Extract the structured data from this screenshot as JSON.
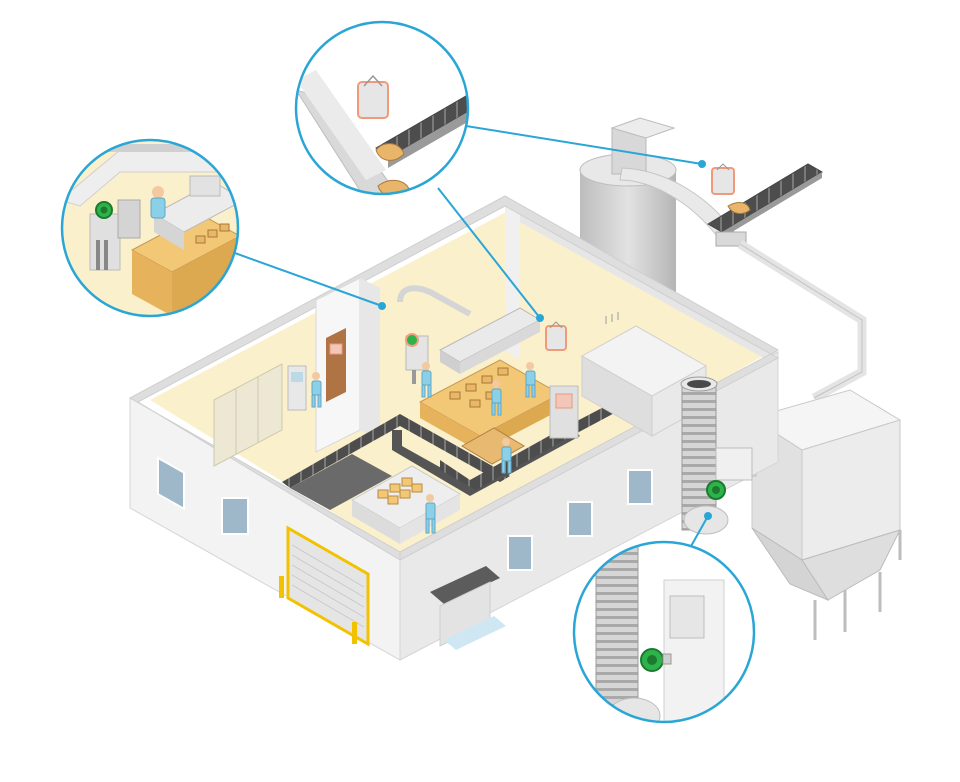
{
  "scene": {
    "subject": "",
    "colors": {
      "background": "#ffffff",
      "wall": "#f4f4f4",
      "wall_shade": "#dcdcdc",
      "floor": "#fbf0cc",
      "conveyor": "#5a5a5a",
      "callout_ring": "#2aa6d6",
      "sensor_green": "#2db34a",
      "sensor_glow": "#f0a080",
      "worker": "#8cd0e8",
      "crate": "#f2c776",
      "door_frame": "#f2c200",
      "silo": "#cfcfcf"
    }
  },
  "callouts": [
    {
      "id": "packing-station",
      "icon": "sensor-icon"
    },
    {
      "id": "bag-conveyor",
      "icon": "bag-icon"
    },
    {
      "id": "duct-sensor",
      "icon": "sensor-icon"
    }
  ],
  "sensors": [
    {
      "id": "sensor-packing",
      "icon": "sensor-icon"
    },
    {
      "id": "sensor-duct",
      "icon": "sensor-icon"
    }
  ],
  "bags": [
    {
      "id": "bag-silo",
      "icon": "bag-icon"
    },
    {
      "id": "bag-hall",
      "icon": "bag-icon"
    }
  ]
}
